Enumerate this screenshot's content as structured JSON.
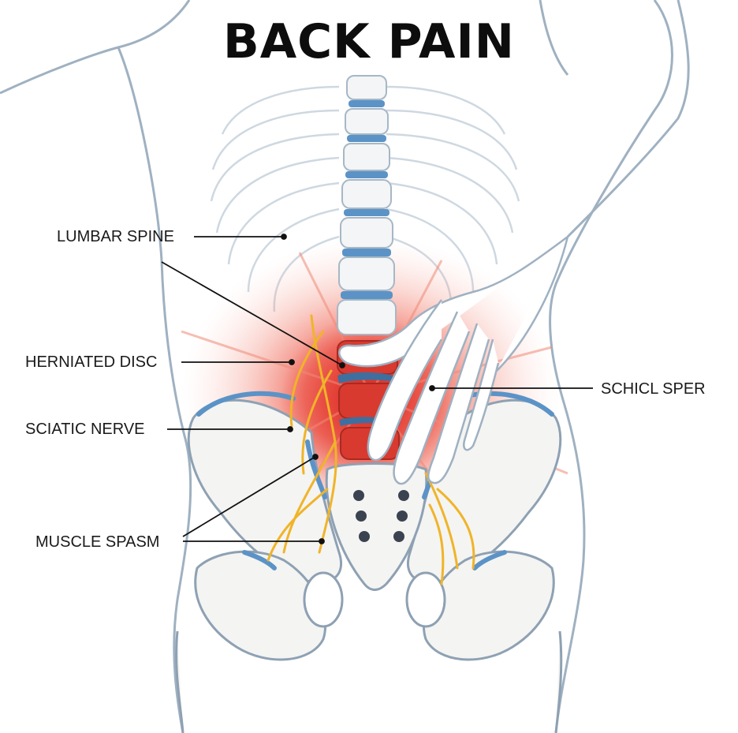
{
  "title": "BACK PAIN",
  "labels": {
    "lumbar_spine": "LUMBAR SPINE",
    "herniated_disc": "HERNIATED DISC",
    "sciatic_nerve": "SCIATIC NERVE",
    "muscle_spasm": "MUSCLE SPASM",
    "schicl_sper": "SCHICL SPER"
  },
  "colors": {
    "outline": "#8fa3b5",
    "disc": "#5b93c7",
    "pain": "#e8362c",
    "nerve": "#f0b429",
    "bone": "#f4f4f2",
    "text": "#1a1a1a"
  }
}
